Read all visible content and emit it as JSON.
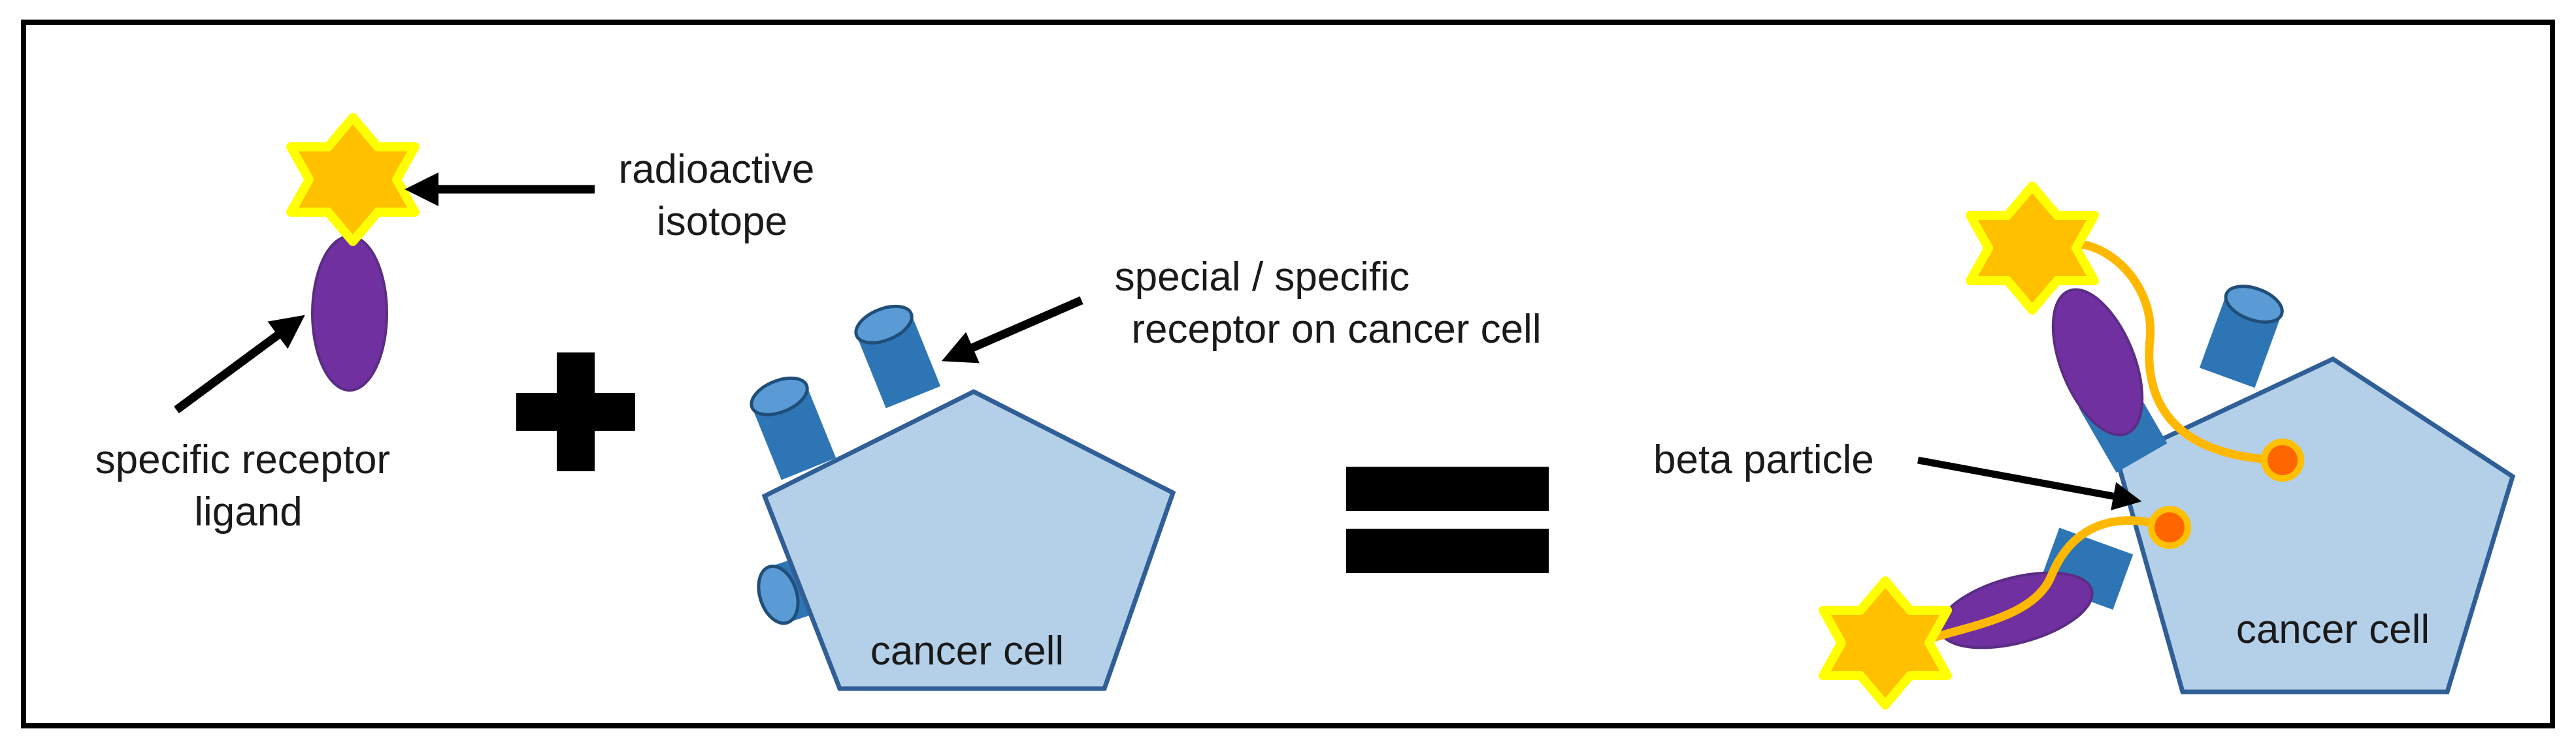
{
  "labels": {
    "isotope_line1": "radioactive",
    "isotope_line2": "isotope",
    "ligand_line1": "specific receptor",
    "ligand_line2": "ligand",
    "receptor_line1": "special / specific",
    "receptor_line2": "receptor on cancer cell",
    "cell_left": "cancer cell",
    "cell_right": "cancer cell",
    "beta": "beta particle"
  },
  "colors": {
    "star_fill": "#FFC000",
    "star_outline": "#FFFF00",
    "ligand": "#7030A0",
    "cell_fill": "#B4CFE8",
    "cell_outline": "#2F5F96",
    "receptor": "#2E75B6",
    "beta_path": "#FFB800",
    "beta_particle": "#FF6600",
    "arrow": "#000000"
  },
  "icons": {
    "plus": "plus-sign-icon",
    "equals": "equals-sign-icon"
  }
}
